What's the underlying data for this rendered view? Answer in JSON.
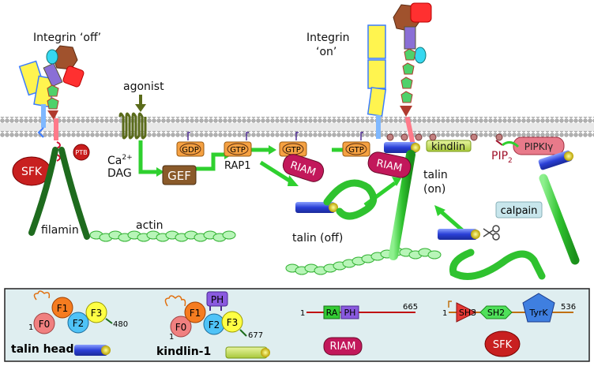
{
  "panel_top": {
    "integrin_off": "Integrin ‘off’",
    "integrin_on_line1": "Integrin",
    "integrin_on_line2": "‘on’",
    "agonist": "agonist",
    "ca": "Ca",
    "ca_sup": "2+",
    "dag": "DAG",
    "gef": "GEF",
    "gdp": "GDP",
    "gtp": "GTP",
    "rap1": "RAP1",
    "riam": "RIAM",
    "sfk": "SFK",
    "ptb": "PTB",
    "filamin": "filamin",
    "actin": "actin",
    "talin_off": "talin (off)",
    "talin_on_line1": "talin",
    "talin_on_line2": "(on)",
    "kindlin": "kindlin",
    "pip2": "PIP",
    "pip2_sub": "2",
    "pipki": "PIPKIγ",
    "calpain": "calpain"
  },
  "legend": {
    "talin_head": {
      "label": "talin head",
      "domains": [
        "F0",
        "F1",
        "F2",
        "F3"
      ],
      "start": "1",
      "end": "480"
    },
    "kindlin": {
      "label": "kindlin-1",
      "domains": [
        "F0",
        "F1",
        "F2",
        "F3",
        "PH"
      ],
      "start": "1",
      "end": "677"
    },
    "riam": {
      "label": "RIAM",
      "domains": [
        "RA",
        "PH"
      ],
      "start": "1",
      "end": "665"
    },
    "sfk": {
      "label": "SFK",
      "domains": [
        "SH3",
        "SH2",
        "TyrK"
      ],
      "start": "1",
      "end": "536"
    }
  },
  "colors": {
    "membrane": "#a8a8a8",
    "talin_green": "#33cc33",
    "gtp_orange": "#f5a142",
    "riam_red": "#c2185b",
    "sfk_red": "#d32f2f",
    "legend_bg": "#dfeef0"
  }
}
